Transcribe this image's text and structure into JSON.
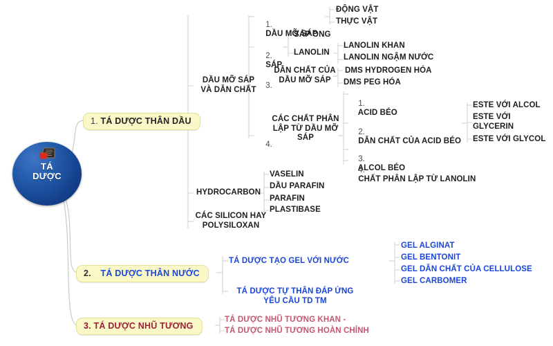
{
  "title": "TÁ DƯỢC",
  "colors": {
    "center_node": "#14418c",
    "chip_fill": "#fbf8c8",
    "chip_border": "#e6e09a",
    "branch1_text": "#232323",
    "branch2_text": "#1a46d8",
    "branch3_text": "#9e1f3a",
    "subtext_dark": "#1d1d1d",
    "subtext_blue": "#1a46d8",
    "subtext_rose": "#c4566f",
    "connector": "#c9c9c9"
  },
  "center": {
    "line1": "TÁ",
    "line2": "DƯỢC",
    "icon": "apple-blackboard-icon"
  },
  "branches": [
    {
      "id": "branch-1",
      "number": "1.",
      "label": "TÁ DƯỢC THÂN DẦU",
      "children": [
        {
          "id": "dau-mo-sap-va-dan-chat",
          "label": "DẦU MỠ SÁP\nVÀ DẪN CHẤT",
          "children": [
            {
              "number": "1.",
              "label": "DẦU MỠ SÁP",
              "leaves": [
                "ĐỘNG VẬT",
                "THỰC VẬT"
              ]
            },
            {
              "number": "2.",
              "label": "SÁP",
              "sub": [
                {
                  "label": "SÁP ONG",
                  "leaves": []
                },
                {
                  "label": "LANOLIN",
                  "leaves": [
                    "LANOLIN KHAN",
                    "LANOLIN NGẬM NƯỚC"
                  ]
                }
              ]
            },
            {
              "number": "3.",
              "label": "DẪN CHẤT CỦA\nDẦU MỠ SÁP",
              "leaves": [
                "DMS HYDROGEN HÓA",
                "DMS PEG HÓA"
              ]
            },
            {
              "number": "4.",
              "label": "CÁC CHẤT PHÂN\nLẬP TỪ DẦU MỠ\nSÁP",
              "items": [
                {
                  "number": "1.",
                  "label": "ACID BÉO",
                  "leaves": []
                },
                {
                  "number": "2.",
                  "label": "DẪN CHẤT CỦA ACID BÉO",
                  "leaves": [
                    "ESTE VỚI ALCOL",
                    "ESTE VỚI\nGLYCERIN",
                    "ESTE VỚI GLYCOL"
                  ]
                },
                {
                  "number": "3.",
                  "label": "ALCOL BÉO",
                  "leaves": []
                },
                {
                  "number": "4.",
                  "label": "CHẤT PHÂN LẬP TỪ LANOLIN",
                  "leaves": []
                }
              ]
            }
          ]
        },
        {
          "id": "hydrocarbon",
          "label": "HYDROCARBON",
          "leaves": [
            "VASELIN",
            "DẦU PARAFIN",
            "PARAFIN",
            "PLASTIBASE"
          ]
        },
        {
          "id": "cac-silicon",
          "label": "CÁC SILICON HAY\nPOLYSILOXAN",
          "leaves": []
        }
      ]
    },
    {
      "id": "branch-2",
      "number": "2.",
      "label": "TÁ DƯỢC THÂN NƯỚC",
      "children": [
        {
          "id": "ta-duoc-tao-gel",
          "label": "TÁ DƯỢC TẠO GEL VỚI NƯỚC",
          "leaves": [
            "GEL ALGINAT",
            "GEL BENTONIT",
            "GEL DẪN CHẤT CỦA CELLULOSE",
            "GEL CARBOMER"
          ]
        },
        {
          "id": "ta-duoc-tu-than",
          "label": "TÁ DƯỢC TỰ THÂN ĐÁP ỨNG\nYÊU CẦU TD TM",
          "leaves": []
        }
      ]
    },
    {
      "id": "branch-3",
      "number": "3.",
      "label": "TÁ DƯỢC NHŨ TƯƠNG",
      "children": [
        {
          "id": "nhu-tuong-leaves",
          "label": "",
          "leaves": [
            "TÁ DƯỢC NHŨ TƯƠNG KHAN -",
            "TÁ DƯỢC NHŨ TƯƠNG HOÀN CHỈNH"
          ]
        }
      ]
    }
  ]
}
